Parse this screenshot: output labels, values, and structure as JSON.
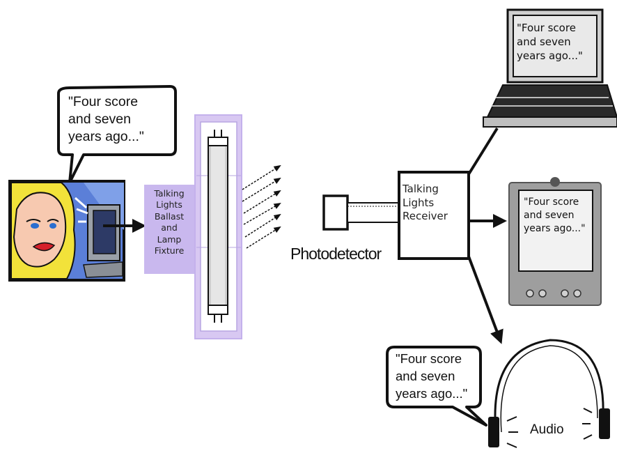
{
  "speaker_bubble": {
    "lines": [
      "\"Four score",
      "and seven",
      "years ago...\""
    ]
  },
  "ballast": {
    "lines": [
      "Talking",
      "Lights",
      "Ballast",
      "and",
      "Lamp",
      "Fixture"
    ]
  },
  "photodetector": {
    "label": "Photodetector"
  },
  "receiver": {
    "lines": [
      "Talking",
      "Lights",
      "Receiver"
    ]
  },
  "laptop_screen": {
    "lines": [
      "\"Four score",
      "and seven",
      "years ago...\""
    ]
  },
  "pda_screen": {
    "lines": [
      "\"Four score",
      "and seven",
      "years ago...\""
    ]
  },
  "audio_bubble": {
    "lines": [
      "\"Four score",
      "and seven",
      "years ago...\""
    ]
  },
  "audio": {
    "label": "Audio"
  },
  "colors": {
    "lavender": "#c9b8ee",
    "lamp_frame": "#d8c8f2",
    "woman_hair": "#f2e23a",
    "woman_bg": "#5b7fd8"
  }
}
